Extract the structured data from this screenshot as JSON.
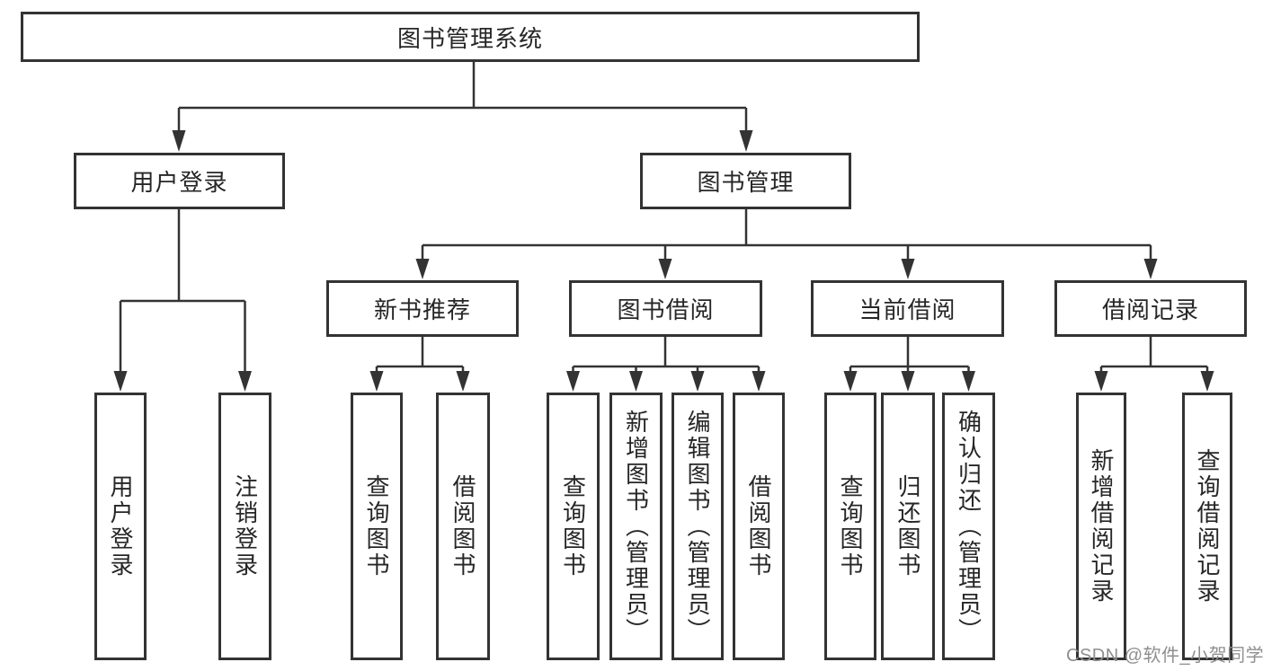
{
  "diagram": {
    "title_node": {
      "label": "图书管理系统"
    },
    "level2": [
      {
        "id": "user-login-group",
        "label": "用户登录"
      },
      {
        "id": "book-management",
        "label": "图书管理"
      }
    ],
    "level3": [
      {
        "id": "new-book-recommend",
        "parent": "图书管理",
        "label": "新书推荐"
      },
      {
        "id": "book-borrowing",
        "parent": "图书管理",
        "label": "图书借阅"
      },
      {
        "id": "current-borrowing",
        "parent": "图书管理",
        "label": "当前借阅"
      },
      {
        "id": "borrowing-records",
        "parent": "图书管理",
        "label": "借阅记录"
      }
    ],
    "leaves": [
      {
        "parent": "用户登录",
        "label": "用户登录"
      },
      {
        "parent": "用户登录",
        "label": "注销登录"
      },
      {
        "parent": "新书推荐",
        "label": "查询图书"
      },
      {
        "parent": "新书推荐",
        "label": "借阅图书"
      },
      {
        "parent": "图书借阅",
        "label": "查询图书"
      },
      {
        "parent": "图书借阅",
        "label": "新增图书（管理员）"
      },
      {
        "parent": "图书借阅",
        "label": "编辑图书（管理员）"
      },
      {
        "parent": "图书借阅",
        "label": "借阅图书"
      },
      {
        "parent": "当前借阅",
        "label": "查询图书"
      },
      {
        "parent": "当前借阅",
        "label": "归还图书"
      },
      {
        "parent": "当前借阅",
        "label": "确认归还（管理员）"
      },
      {
        "parent": "借阅记录",
        "label": "新增借阅记录"
      },
      {
        "parent": "借阅记录",
        "label": "查询借阅记录"
      }
    ],
    "watermark": "CSDN @软件_小贺同学",
    "colors": {
      "line": "#333333",
      "text": "#262626",
      "box_background": "#ffffff",
      "watermark": "#8f8f8f"
    }
  }
}
